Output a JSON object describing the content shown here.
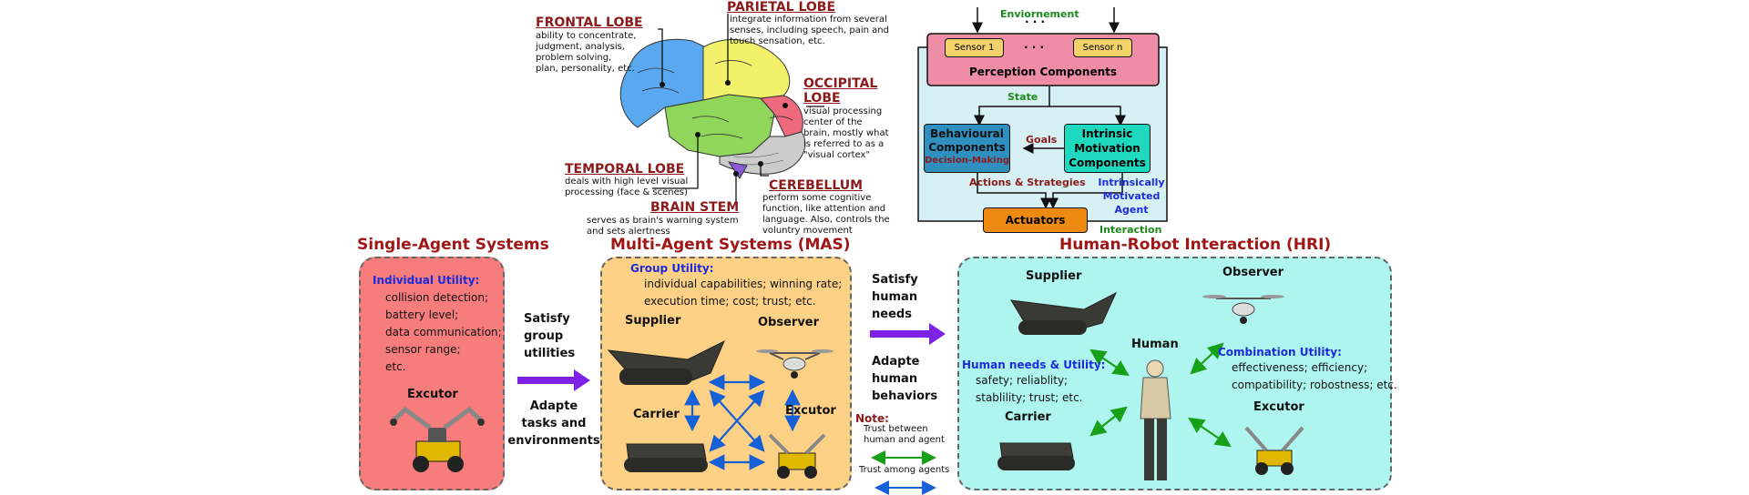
{
  "brain": {
    "frontal": {
      "title": "FRONTAL LOBE",
      "lines": [
        "ability to concentrate,",
        "judgment, analysis,",
        "problem solving,",
        "plan, personality, etc."
      ]
    },
    "parietal": {
      "title": "PARIETAL LOBE",
      "lines": [
        "integrate information from several",
        "senses, including speech, pain and",
        "touch sensation, etc."
      ]
    },
    "occipital": {
      "title_1": "OCCIPITAL",
      "title_2": "LOBE",
      "lines": [
        "visual processing",
        "center of the",
        "brain, mostly what",
        "is referred to as a",
        "\"visual cortex\""
      ]
    },
    "temporal": {
      "title": "TEMPORAL LOBE",
      "lines": [
        "deals with high level visual",
        "processing (face & scenes)"
      ]
    },
    "brainstem": {
      "title": "BRAIN STEM",
      "lines": [
        "serves as brain's warning system",
        "and sets alertness"
      ]
    },
    "cerebellum": {
      "title": "CEREBELLUM",
      "lines": [
        "perform some cognitive",
        "function, like attention and",
        "language. Also, controls the",
        "voluntry movement"
      ]
    }
  },
  "agent_diagram": {
    "environment": "Enviornement",
    "dots": "· · ·",
    "sensor_1": "Sensor 1",
    "sensor_n": "Sensor n",
    "perception": "Perception Components",
    "state": "State",
    "behavioural_1": "Behavioural",
    "behavioural_2": "Components",
    "decision": "Decision-Making",
    "goals": "Goals",
    "intrinsic_1": "Intrinsic",
    "intrinsic_2": "Motivation",
    "intrinsic_3": "Components",
    "actions": "Actions & Strategies",
    "ima_1": "Intrinsically",
    "ima_2": "Motivated",
    "ima_3": "Agent",
    "actuators": "Actuators",
    "interaction": "Interaction"
  },
  "single": {
    "title": "Single-Agent Systems",
    "util_title": "Individual Utility:",
    "items": [
      "collision detection;",
      "battery level;",
      "data communication;",
      "sensor range;",
      "etc."
    ],
    "role": "Excutor"
  },
  "arrow1": {
    "top": [
      "Satisfy",
      "group",
      "utilities"
    ],
    "bottom": [
      "Adapte",
      "tasks and",
      "environments"
    ]
  },
  "mas": {
    "title": "Multi-Agent Systems (MAS)",
    "util_title": "Group Utility:",
    "items": [
      "individual capabilities; winning rate;",
      "execution time; cost; trust; etc."
    ],
    "supplier": "Supplier",
    "observer": "Observer",
    "carrier": "Carrier",
    "excutor": "Excutor"
  },
  "arrow2": {
    "top": [
      "Satisfy",
      "human",
      "needs"
    ],
    "bottom": [
      "Adapte",
      "human",
      "behaviors"
    ],
    "note": "Note:",
    "trust1_a": "Trust between",
    "trust1_b": "human and agent",
    "trust2": "Trust among agents"
  },
  "hri": {
    "title": "Human-Robot Interaction (HRI)",
    "supplier": "Supplier",
    "observer": "Observer",
    "human": "Human",
    "needs_title": "Human needs & Utility:",
    "needs_items": [
      "safety; reliablity;",
      "stablility; trust; etc."
    ],
    "carrier": "Carrier",
    "comb_title": "Combination Utility:",
    "comb_items": [
      "effectiveness; efficiency;",
      "compatibility; robostness; etc."
    ],
    "excutor": "Excutor"
  },
  "colors": {
    "single_bg": "#f77c7c",
    "mas_bg": "#fdd185",
    "hri_bg": "#aef5ef",
    "purple_arrow": "#7e22e6",
    "blue_arrow": "#1560d6",
    "green_arrow": "#18a018"
  }
}
